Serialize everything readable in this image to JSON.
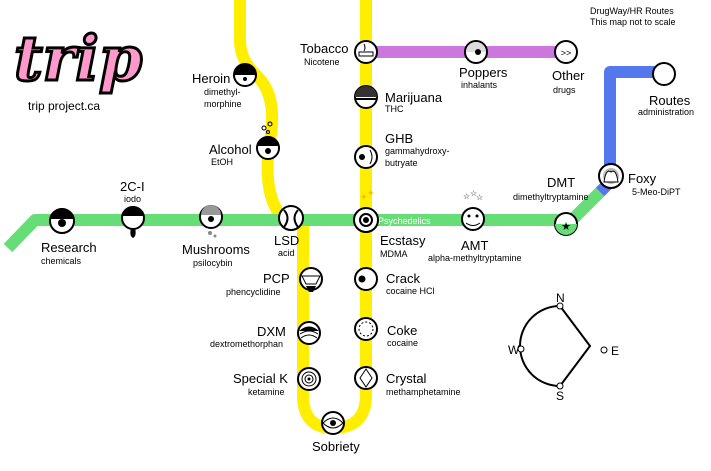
{
  "header": {
    "line1": "DrugWay/HR Routes",
    "line2": "This map not to scale"
  },
  "logo": {
    "text": "trip",
    "site": "trip project.ca"
  },
  "line_colors": {
    "yellow": "#ffee00",
    "green": "#66dd77",
    "purple": "#cc77dd",
    "blue": "#5577ee"
  },
  "line_labels": {
    "green": "Psychedelics"
  },
  "stations": {
    "research": {
      "name": "Research",
      "sub": "chemicals"
    },
    "twoci": {
      "name": "2C-I",
      "sub": "iodo"
    },
    "mushrooms": {
      "name": "Mushrooms",
      "sub": "psilocybin"
    },
    "lsd": {
      "name": "LSD",
      "sub": "acid"
    },
    "heroin": {
      "name": "Heroin",
      "sub1": "dimethyl-",
      "sub2": "morphine"
    },
    "alcohol": {
      "name": "Alcohol",
      "sub": "EtOH"
    },
    "tobacco": {
      "name": "Tobacco",
      "sub": "Nicotene"
    },
    "poppers": {
      "name": "Poppers",
      "sub": "inhalants"
    },
    "other": {
      "name": "Other",
      "sub": "drugs",
      "symbol": ">>"
    },
    "marijuana": {
      "name": "Marijuana",
      "sub": "THC"
    },
    "ghb": {
      "name": "GHB",
      "sub1": "gammahydroxy-",
      "sub2": "butryate"
    },
    "ecstasy": {
      "name": "Ecstasy",
      "sub": "MDMA"
    },
    "amt": {
      "name": "AMT",
      "sub": "alpha-methyltryptamine"
    },
    "dmt": {
      "name": "DMT",
      "sub": "dimethyltryptamine"
    },
    "foxy": {
      "name": "Foxy",
      "sub": "5-Meo-DiPT"
    },
    "routes": {
      "name": "Routes",
      "sub": "administration"
    },
    "pcp": {
      "name": "PCP",
      "sub": "phencyclidine"
    },
    "dxm": {
      "name": "DXM",
      "sub": "dextromethorphan"
    },
    "specialk": {
      "name": "Special K",
      "sub": "ketamine"
    },
    "sobriety": {
      "name": "Sobriety"
    },
    "crack": {
      "name": "Crack",
      "sub": "cocaine HCl"
    },
    "coke": {
      "name": "Coke",
      "sub": "cocaine"
    },
    "crystal": {
      "name": "Crystal",
      "sub": "methamphetamine"
    }
  },
  "compass": {
    "n": "N",
    "s": "S",
    "e": "E",
    "w": "W"
  }
}
